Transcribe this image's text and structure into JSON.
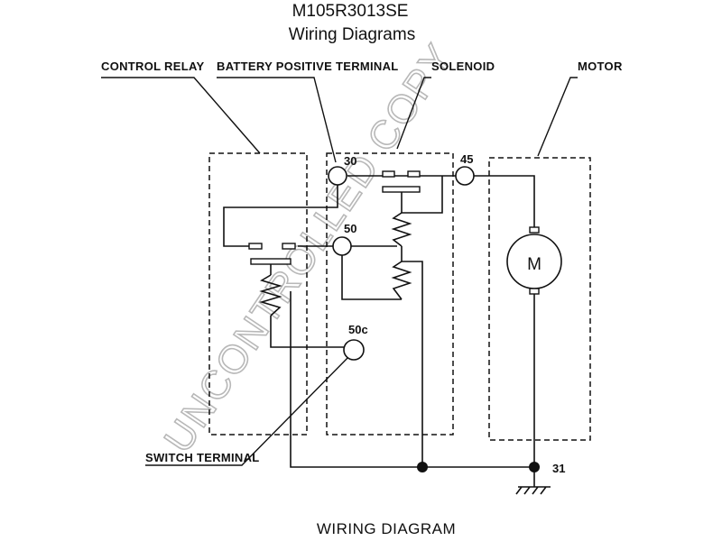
{
  "header": {
    "model": "M105R3013SE",
    "subtitle": "Wiring Diagrams"
  },
  "labels": {
    "control_relay": "CONTROL RELAY",
    "battery_positive": "BATTERY POSITIVE TERMINAL",
    "solenoid": "SOLENOID",
    "motor": "MOTOR",
    "switch_terminal": "SWITCH TERMINAL"
  },
  "terminals": {
    "t30": "30",
    "t45": "45",
    "t50": "50",
    "t50c": "50c",
    "t31": "31"
  },
  "motor_symbol": "M",
  "footer": {
    "caption": "WIRING DIAGRAM"
  },
  "watermark": "UNCONTROLLED COPY"
}
